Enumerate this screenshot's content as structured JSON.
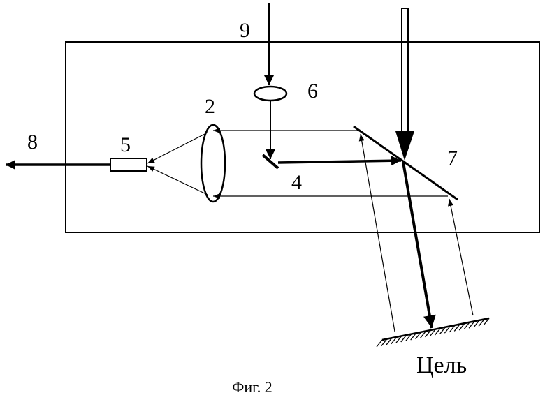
{
  "labels": {
    "n2": "2",
    "n4": "4",
    "n5": "5",
    "n6": "6",
    "n7": "7",
    "n8": "8",
    "n9": "9"
  },
  "target_label": "Цель",
  "caption": "Фиг. 2"
}
